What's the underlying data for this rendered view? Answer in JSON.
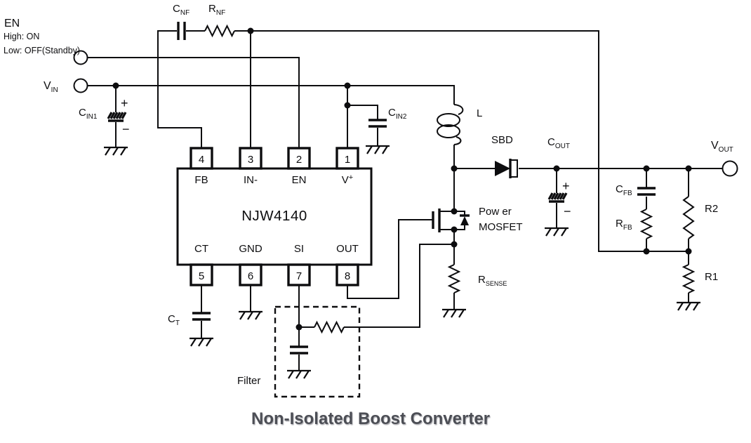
{
  "title": "Non-Isolated Boost Converter",
  "en_note": {
    "heading": "EN",
    "high": "High: ON",
    "low": "Low: OFF(Standby)"
  },
  "ic": {
    "name": "NJW4140",
    "top_pins": [
      {
        "num": "4",
        "label": "FB"
      },
      {
        "num": "3",
        "label": "IN-"
      },
      {
        "num": "2",
        "label": "EN"
      },
      {
        "num": "1",
        "label": "V",
        "label_sup": "+"
      }
    ],
    "bottom_pins": [
      {
        "num": "5",
        "label": "CT"
      },
      {
        "num": "6",
        "label": "GND"
      },
      {
        "num": "7",
        "label": "SI"
      },
      {
        "num": "8",
        "label": "OUT"
      }
    ]
  },
  "components": {
    "cnf": {
      "base": "C",
      "sub": "NF"
    },
    "rnf": {
      "base": "R",
      "sub": "NF"
    },
    "vin": {
      "base": "V",
      "sub": "IN"
    },
    "cin1": {
      "base": "C",
      "sub": "IN1"
    },
    "cin2": {
      "base": "C",
      "sub": "IN2"
    },
    "inductor": "L",
    "sbd": "SBD",
    "cout": {
      "base": "C",
      "sub": "OUT"
    },
    "vout": {
      "base": "V",
      "sub": "OUT"
    },
    "mosfet": {
      "line1": "Pow er",
      "line2": "MOSFET"
    },
    "rsense": {
      "base": "R",
      "sub": "SENSE"
    },
    "cfb": {
      "base": "C",
      "sub": "FB"
    },
    "rfb": {
      "base": "R",
      "sub": "FB"
    },
    "r2": "R2",
    "r1": "R1",
    "ct": {
      "base": "C",
      "sub": "T"
    },
    "filter_label": "Filter",
    "plus": "+",
    "minus": "−"
  }
}
